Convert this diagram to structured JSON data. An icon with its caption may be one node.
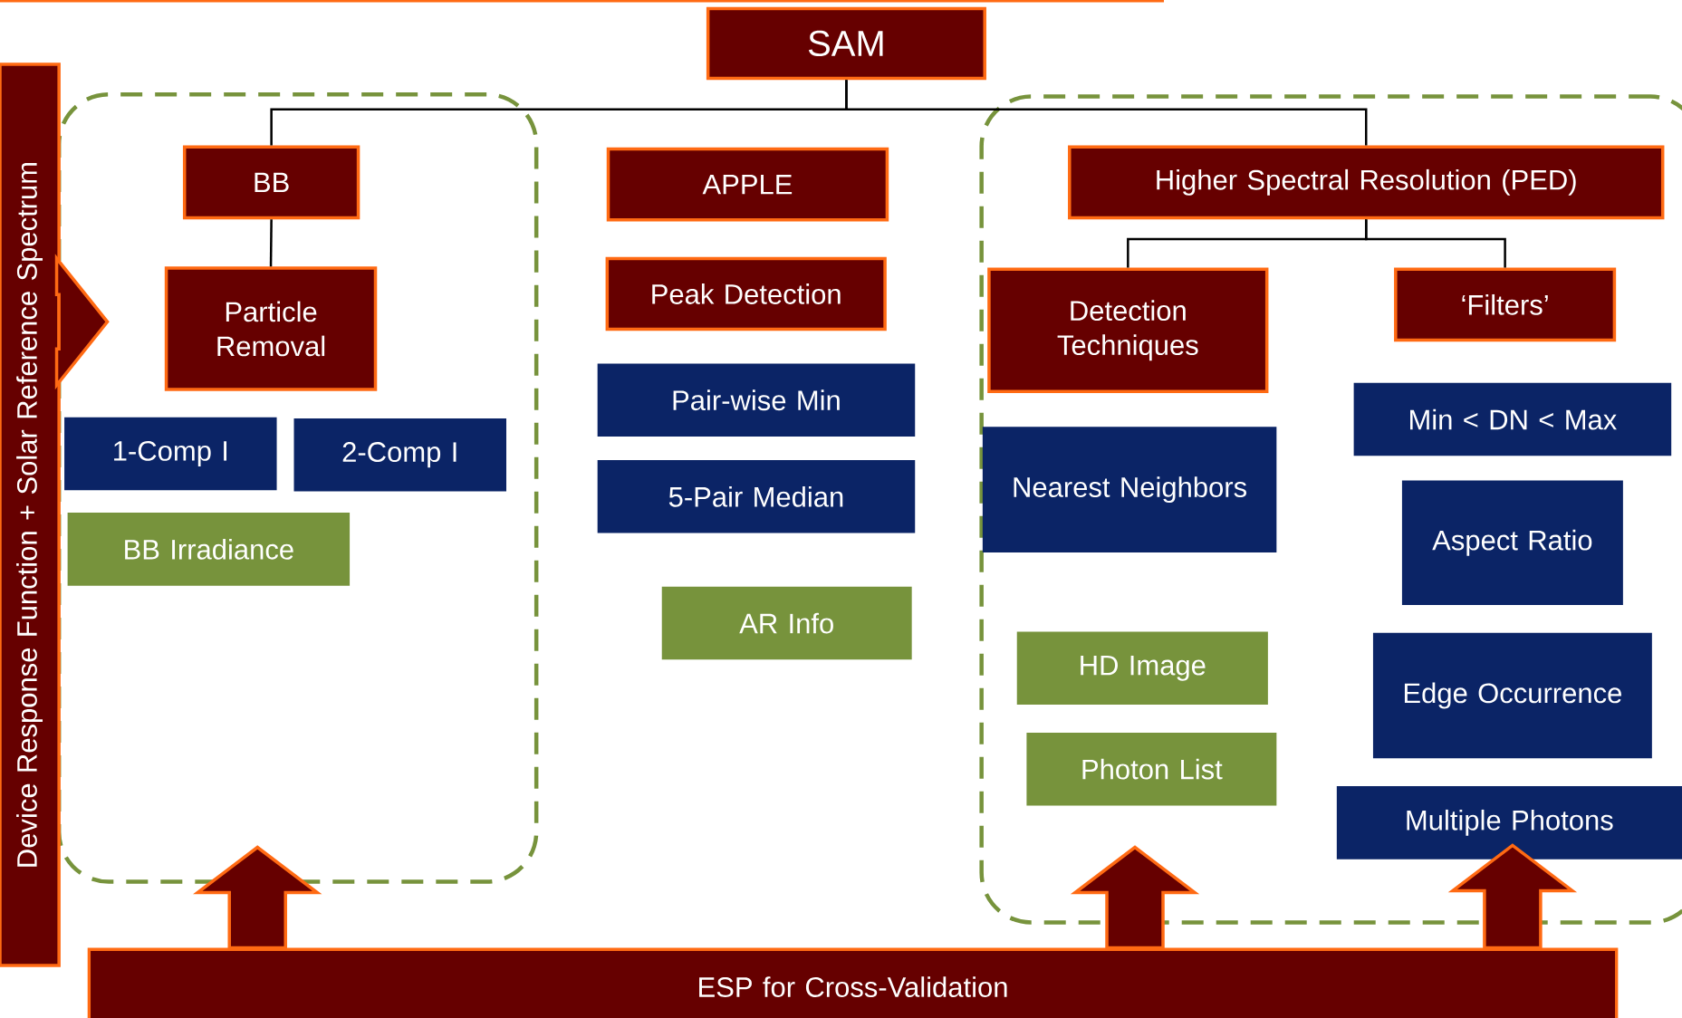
{
  "diagram": {
    "nodes": [
      {
        "text": [
          "SAM"
        ]
      },
      {
        "text": [],
        "shape": "box"
      },
      {
        "text": [
          "BB"
        ],
        "in": 1
      },
      {
        "text": [
          "Particle Removal"
        ],
        "in": 1
      },
      {
        "text": [
          "1-Comp I"
        ],
        "in": 1
      },
      {
        "text": [
          "2-Comp I"
        ],
        "in": 1
      },
      {
        "text": [
          "BB Irradiance"
        ],
        "in": 1
      },
      {
        "text": [
          "APPLE"
        ]
      },
      {
        "text": [
          "Peak Detection"
        ]
      },
      {
        "text": [
          "Pair-wise Min"
        ]
      },
      {
        "text": [
          "5-Pair Median"
        ]
      },
      {
        "text": [
          "AR Info"
        ]
      },
      {
        "text": [],
        "shape": "box"
      },
      {
        "text": [
          "Higher Spectral Resolution (PED)"
        ],
        "in": 12
      },
      {
        "text": [
          "Detection Techniques"
        ],
        "in": 12
      },
      {
        "text": [
          "‘Filters’"
        ],
        "in": 12
      },
      {
        "text": [
          "Nearest Neighbors"
        ],
        "in": 12
      },
      {
        "text": [
          "HD Image"
        ],
        "in": 12
      },
      {
        "text": [
          "Photon List"
        ],
        "in": 12
      },
      {
        "text": [
          "Min < DN < Max"
        ],
        "in": 12
      },
      {
        "text": [
          "Aspect Ratio"
        ],
        "in": 12
      },
      {
        "text": [
          "Edge Occurrence"
        ],
        "in": 12
      },
      {
        "text": [
          "Multiple Photons"
        ],
        "in": 12
      },
      {
        "text": [
          "ESP for Cross-Validation"
        ]
      },
      {
        "text": [
          "Device Response Function + Solar Reference Spectrum"
        ]
      }
    ],
    "edges": [
      {
        "from": 0,
        "to": 2,
        "arrow": "none"
      },
      {
        "from": 0,
        "to": 13,
        "arrow": "none"
      },
      {
        "from": 2,
        "to": 3,
        "arrow": "none"
      },
      {
        "from": 13,
        "to": 14,
        "arrow": "none"
      },
      {
        "from": 13,
        "to": 15,
        "arrow": "none"
      },
      {
        "from": 23,
        "to": 1,
        "arrow": "to",
        "style": "thick",
        "color": "#660000"
      },
      {
        "from": 23,
        "to": 12,
        "arrow": "to",
        "style": "thick",
        "color": "#660000"
      },
      {
        "from": 23,
        "to": 22,
        "arrow": "to",
        "style": "thick",
        "color": "#660000"
      },
      {
        "from": 24,
        "to": 1,
        "arrow": "to",
        "style": "thick",
        "color": "#660000"
      }
    ]
  }
}
